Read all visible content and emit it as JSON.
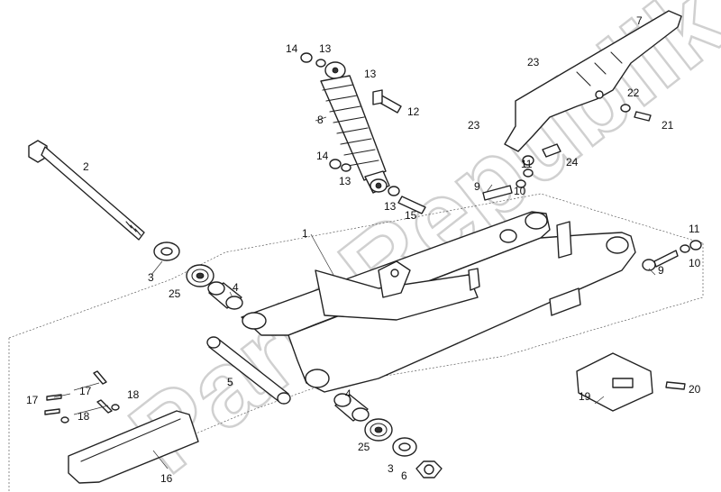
{
  "watermark": {
    "text": "PartsRepublik"
  },
  "parts": {
    "p1": "1",
    "p2": "2",
    "p3a": "3",
    "p3b": "3",
    "p4a": "4",
    "p4b": "4",
    "p5": "5",
    "p6": "6",
    "p7": "7",
    "p8": "8",
    "p9a": "9",
    "p9b": "9",
    "p10a": "10",
    "p10b": "10",
    "p11a": "11",
    "p11b": "11",
    "p12": "12",
    "p13a": "13",
    "p13b": "13",
    "p13c": "13",
    "p13d": "13",
    "p14a": "14",
    "p14b": "14",
    "p15": "15",
    "p16": "16",
    "p17a": "17",
    "p17b": "17",
    "p18a": "18",
    "p18b": "18",
    "p19": "19",
    "p20": "20",
    "p21": "21",
    "p22": "22",
    "p23a": "23",
    "p23b": "23",
    "p24": "24",
    "p25a": "25",
    "p25b": "25"
  }
}
